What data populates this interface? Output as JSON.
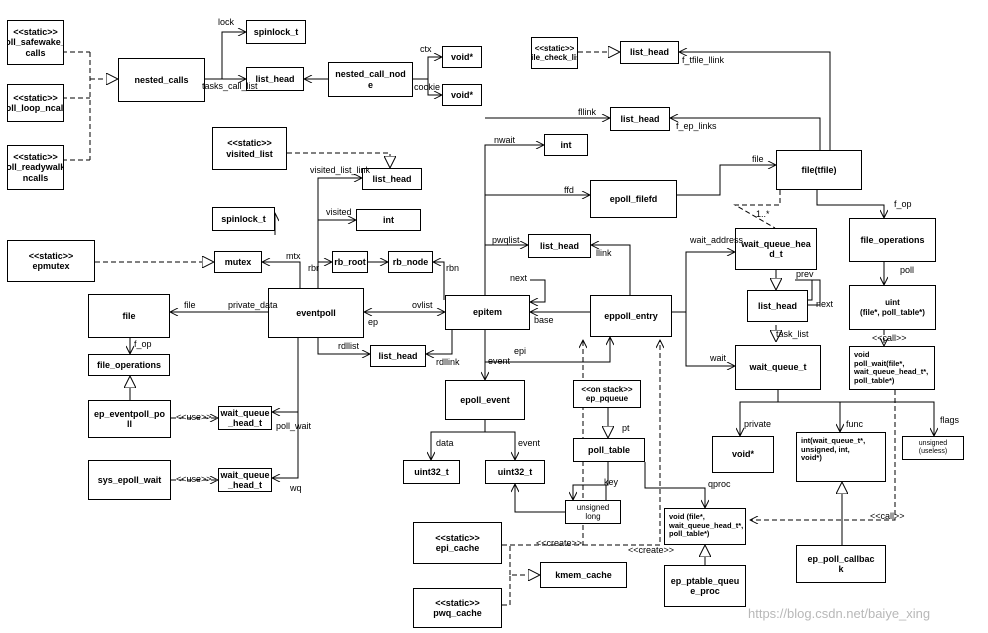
{
  "boxes": {
    "poll_safewake_ncalls": "<<static>>\npoll_safewake_n\ncalls",
    "poll_loop_ncalls": "<<static>>\npoll_loop_ncalls",
    "poll_readywalk_ncalls": "<<static>>\npoll_readywalk_\nncalls",
    "nested_calls": "nested_calls",
    "spinlock_t_top": "spinlock_t",
    "list_head_nested": "list_head",
    "nested_call_node": "nested_call_nod\ne",
    "void_ctx": "void*",
    "void_cookie": "void*",
    "tfile_check_list": "<<static>>\ntfile_check_list",
    "list_head_tfile": "list_head",
    "list_head_fllink": "list_head",
    "visited_list": "<<static>>\nvisited_list",
    "list_head_visited": "list_head",
    "int_nwait": "int",
    "spinlock_t_ep": "spinlock_t",
    "int_visited": "int",
    "file_tfile": "file(tfile)",
    "epoll_filefd": "epoll_filefd",
    "list_head_pwqlist": "list_head",
    "epmutex": "<<static>>\nepmutex",
    "mutex": "mutex",
    "rb_root": "rb_root",
    "rb_node": "rb_node",
    "wait_queue_head_t_right": "wait_queue_hea\nd_t",
    "file_operations_right": "file_operations",
    "file_left": "file",
    "eventpoll": "eventpoll",
    "epitem": "epitem",
    "eppoll_entry": "eppoll_entry",
    "list_head_wq": "list_head",
    "uint_poll": "uint\n(file*, poll_table*)",
    "file_operations_left": "file_operations",
    "list_head_rdllist": "list_head",
    "wait_queue_t": "wait_queue_t",
    "poll_wait": "void\npoll_wait(file*,\nwait_queue_head_t*,\npoll_table*)",
    "ep_pqueue": "<<on stack>>\nep_pqueue",
    "epoll_event": "epoll_event",
    "ep_eventpoll_poll": "ep_eventpoll_po\nll",
    "wait_queue_head_t_ep1": "wait_queue\n_head_t",
    "void_private": "void*",
    "int_func": "int(wait_queue_t*,\nunsigned, int,\nvoid*)",
    "unsigned_flags": "unsigned\n(useless)",
    "poll_table": "poll_table",
    "uint32_t_data": "uint32_t",
    "uint32_t_event": "uint32_t",
    "sys_epoll_wait": "sys_epoll_wait",
    "wait_queue_head_t_ep2": "wait_queue\n_head_t",
    "unsigned_long": "unsigned\nlong",
    "void_qproc": "void (file*,\nwait_queue_head_t*,\npoll_table*)",
    "epi_cache": "<<static>>\nepi_cache",
    "kmem_cache": "kmem_cache",
    "ep_poll_callback": "ep_poll_callbac\nk",
    "ep_ptable_queue_proc": "ep_ptable_queu\ne_proc",
    "pwq_cache": "<<static>>\npwq_cache"
  },
  "labels": {
    "lock": "lock",
    "tasks_call_list": "tasks_call_list",
    "ctx": "ctx",
    "cookie": "cookie",
    "f_tfile_llink": "f_tfile_llink",
    "fllink": "fllink",
    "f_ep_links": "f_ep_links",
    "nwait": "nwait",
    "visited_list_link": "visited_list_link",
    "file_edge": "file",
    "visited": "visited",
    "ffd": "ffd",
    "one_many": "1..*",
    "f_op_right": "f_op",
    "pwqlist": "pwqlist",
    "wait_address": "wait_address",
    "llink": "llink",
    "mtx": "mtx",
    "rbr": "rbr",
    "rbn": "rbn",
    "prev": "prev",
    "next_wq": "next",
    "poll": "poll",
    "next_epi": "next",
    "file_private": "file",
    "private_data": "private_data",
    "ovlist": "ovlist",
    "ep": "ep",
    "base": "base",
    "task_list": "task_list",
    "f_op_left": "f_op",
    "call1": "<<call>>",
    "rdllist": "rdllist",
    "rdllink": "rdllink",
    "epi": "epi",
    "event_edge": "event",
    "wait": "wait",
    "use1": "<<use>>",
    "poll_wait_lbl": "poll_wait",
    "private": "private",
    "func": "func",
    "flags": "flags",
    "pt": "pt",
    "data": "data",
    "event2": "event",
    "use2": "<<use>>",
    "wq": "wq",
    "key": "key",
    "qproc": "qproc",
    "call2": "<<call>>",
    "create1": "<<create>>",
    "create2": "<<create>>"
  },
  "watermark": "https://blog.csdn.net/baiye_xing"
}
